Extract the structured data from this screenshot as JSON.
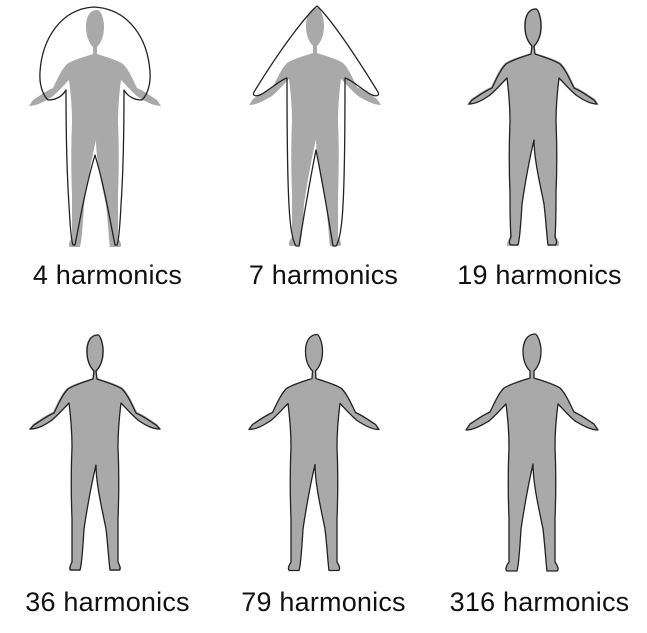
{
  "figure": {
    "panels": [
      {
        "harmonics": "4",
        "unit": "harmonics"
      },
      {
        "harmonics": "7",
        "unit": "harmonics"
      },
      {
        "harmonics": "19",
        "unit": "harmonics"
      },
      {
        "harmonics": "36",
        "unit": "harmonics"
      },
      {
        "harmonics": "79",
        "unit": "harmonics"
      },
      {
        "harmonics": "316",
        "unit": "harmonics"
      }
    ],
    "colors": {
      "silhouette": "#a9a9a9",
      "outline": "#222222",
      "caption": "#111111"
    }
  }
}
